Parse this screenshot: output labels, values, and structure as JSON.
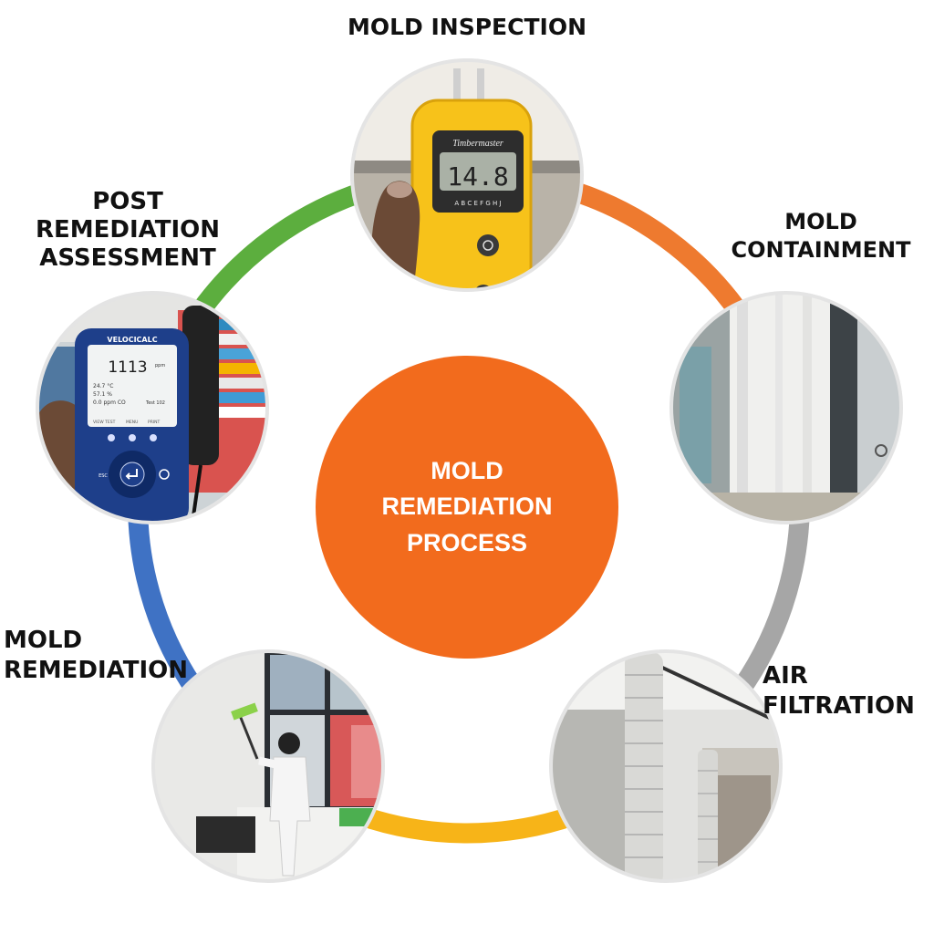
{
  "colors": {
    "background": "#ffffff",
    "center_fill": "#f26b1d",
    "arc_inspection_to_containment": "#ee7a2f",
    "arc_containment_to_filtration": "#a6a6a6",
    "arc_filtration_to_remediation": "#f7b418",
    "arc_remediation_to_assessment": "#3f72c4",
    "arc_assessment_to_inspection": "#5cae3e",
    "photo_border": "#e4e4e4"
  },
  "center": {
    "lines": [
      "MOLD",
      "REMEDIATION",
      "PROCESS"
    ]
  },
  "steps": [
    {
      "key": "inspection",
      "label_lines": [
        "MOLD INSPECTION"
      ],
      "photo": "moisture-meter-photo"
    },
    {
      "key": "containment",
      "label_lines": [
        "MOLD",
        "CONTAINMENT"
      ],
      "photo": "plastic-sheeting-containment-photo"
    },
    {
      "key": "filtration",
      "label_lines": [
        "AIR",
        "FILTRATION"
      ],
      "photo": "air-ducting-photo"
    },
    {
      "key": "remediation",
      "label_lines": [
        "MOLD",
        "REMEDIATION"
      ],
      "photo": "worker-cleaning-photo"
    },
    {
      "key": "assessment",
      "label_lines": [
        "POST",
        "REMEDIATION",
        "ASSESSMENT"
      ],
      "photo": "air-quality-meter-photo"
    }
  ],
  "photo_text": {
    "meter_brand": "Timbermaster",
    "meter_reading": "14.8",
    "meter_scale": "A B C E F G H J",
    "velocicalc_brand": "VELOCICALC",
    "velocicalc_reading": "1113",
    "velocicalc_unit": "ppm",
    "velocicalc_temp": "24.7 °C",
    "velocicalc_rh": "57.1 %",
    "velocicalc_co": "0.0 ppm CO",
    "velocicalc_test": "Test 102",
    "velocicalc_soft1": "VIEW TEST",
    "velocicalc_soft2": "MENU",
    "velocicalc_soft3": "PRINT",
    "velocicalc_esc": "ESC"
  }
}
